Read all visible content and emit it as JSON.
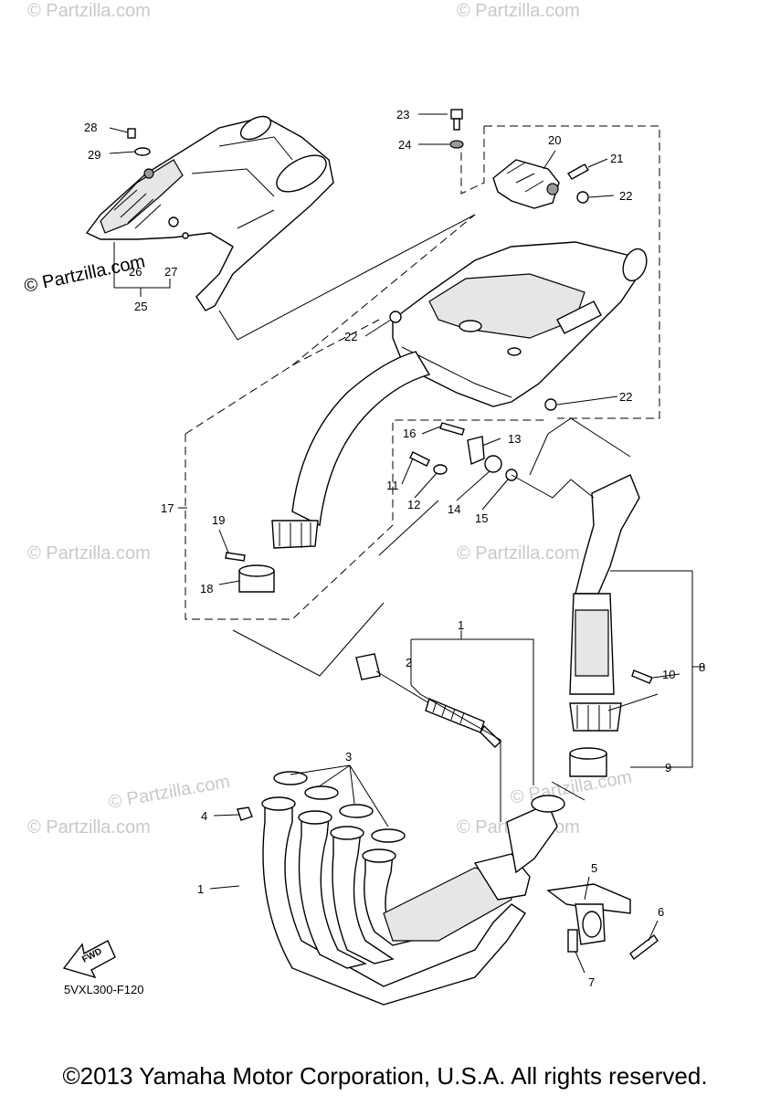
{
  "watermarks": {
    "text": "© Partzilla.com",
    "side": "© Partzilla.com"
  },
  "diagram_code": "5VXL300-F120",
  "fwd_label": "FWD",
  "copyright": "©2013 Yamaha Motor Corporation, U.S.A. All rights reserved.",
  "callouts": {
    "c1a": "1",
    "c1b": "1",
    "c2": "2",
    "c3": "3",
    "c4": "4",
    "c5": "5",
    "c6": "6",
    "c7": "7",
    "c8": "8",
    "c9": "9",
    "c10": "10",
    "c11": "11",
    "c12": "12",
    "c13": "13",
    "c14": "14",
    "c15": "15",
    "c16": "16",
    "c17": "17",
    "c18": "18",
    "c19": "19",
    "c20": "20",
    "c21": "21",
    "c22a": "22",
    "c22b": "22",
    "c22c": "22",
    "c23": "23",
    "c24": "24",
    "c25": "25",
    "c26": "26",
    "c27": "27",
    "c28": "28",
    "c29": "29"
  }
}
